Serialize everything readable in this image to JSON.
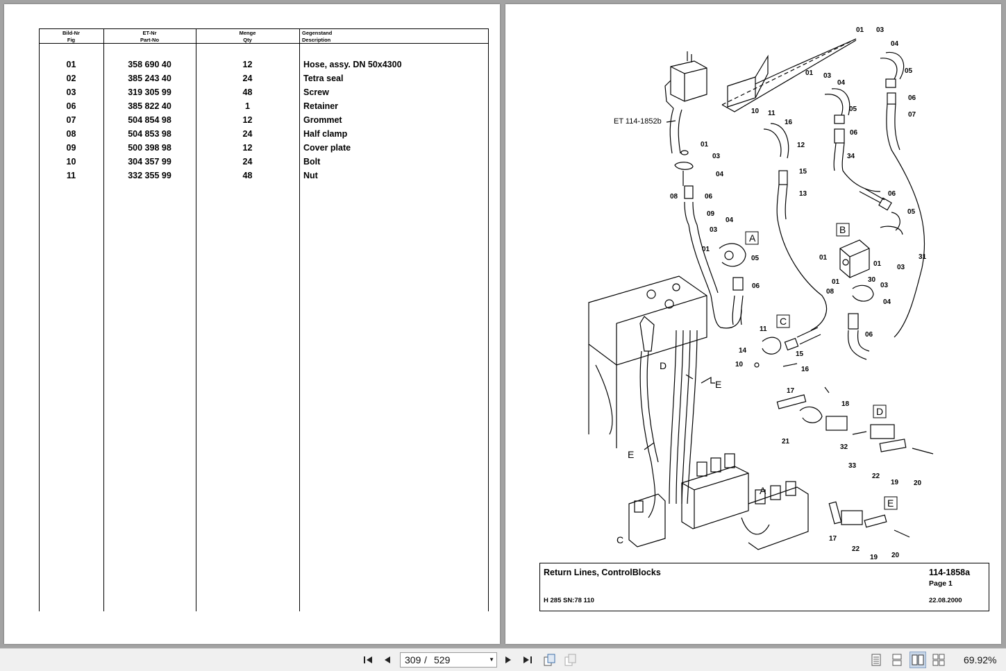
{
  "table": {
    "headers": [
      {
        "de": "Bild-Nr",
        "en": "Fig"
      },
      {
        "de": "ET-Nr",
        "en": "Part-No"
      },
      {
        "de": "Menge",
        "en": "Qty"
      },
      {
        "de": "Gegenstand",
        "en": "Description"
      }
    ],
    "rows": [
      {
        "fig": "01",
        "part": "358 690 40",
        "qty": "12",
        "desc": "Hose, assy. DN 50x4300"
      },
      {
        "fig": "02",
        "part": "385 243 40",
        "qty": "24",
        "desc": "Tetra seal"
      },
      {
        "fig": "03",
        "part": "319 305 99",
        "qty": "48",
        "desc": "Screw"
      },
      {
        "fig": "06",
        "part": "385 822 40",
        "qty": "1",
        "desc": "Retainer"
      },
      {
        "fig": "07",
        "part": "504 854 98",
        "qty": "12",
        "desc": "Grommet"
      },
      {
        "fig": "08",
        "part": "504 853 98",
        "qty": "24",
        "desc": "Half clamp"
      },
      {
        "fig": "09",
        "part": "500 398 98",
        "qty": "12",
        "desc": "Cover plate"
      },
      {
        "fig": "10",
        "part": "304 357 99",
        "qty": "24",
        "desc": "Bolt"
      },
      {
        "fig": "11",
        "part": "332 355 99",
        "qty": "48",
        "desc": "Nut"
      }
    ]
  },
  "drawing": {
    "reference": "ET 114-1852b",
    "detail_letters": [
      "A",
      "B",
      "C",
      "D",
      "E",
      "A",
      "C",
      "D",
      "E",
      "E"
    ],
    "callouts": [
      "01",
      "03",
      "04",
      "05",
      "06",
      "07",
      "01",
      "03",
      "04",
      "05",
      "06",
      "34",
      "10",
      "11",
      "16",
      "12",
      "15",
      "13",
      "01",
      "03",
      "04",
      "08",
      "06",
      "09",
      "03",
      "04",
      "01",
      "05",
      "06",
      "06",
      "05",
      "31",
      "01",
      "03",
      "01",
      "30",
      "01",
      "08",
      "03",
      "04",
      "06",
      "11",
      "14",
      "15",
      "10",
      "16",
      "17",
      "18",
      "21",
      "32",
      "33",
      "22",
      "19",
      "20",
      "17",
      "22",
      "19",
      "20"
    ]
  },
  "title_block": {
    "title": "Return Lines, ControlBlocks",
    "drawing_no": "114-1858a",
    "page": "Page 1",
    "model": "H 285 SN:78 110",
    "date": "22.08.2000"
  },
  "toolbar": {
    "current_page": "309",
    "separator": "/",
    "total_pages": "529",
    "zoom": "69.92%",
    "icons": [
      "first-page-icon",
      "prev-page-icon",
      "next-page-icon",
      "last-page-icon",
      "rotate-icon",
      "rotate-alt-icon",
      "single-page-icon",
      "continuous-icon",
      "two-page-icon",
      "two-page-continuous-icon"
    ]
  }
}
